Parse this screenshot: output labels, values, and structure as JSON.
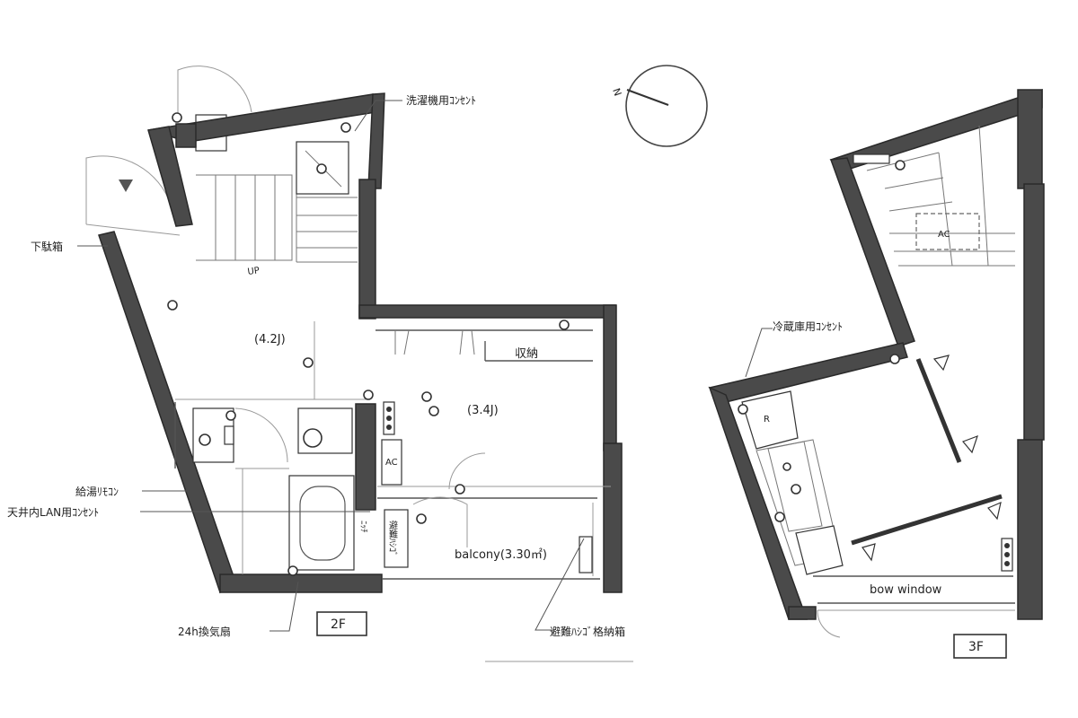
{
  "north": {
    "label": "N"
  },
  "floor2": {
    "floor_tag": "2F",
    "rooms": {
      "west": "(4.2J)",
      "east": "(3.4J)"
    },
    "labels": {
      "storage": "収納",
      "ac": "AC",
      "balcony": "balcony(3.30㎡)",
      "up": "UP"
    },
    "callouts": {
      "washer_outlet": "洗濯機用ｺﾝｾﾝﾄ",
      "shoe_box": "下駄箱",
      "water_heater_remote": "給湯ﾘﾓｺﾝ",
      "ceiling_lan_outlet": "天井内LAN用ｺﾝｾﾝﾄ",
      "ventilation_fan": "24h換気扇",
      "escape_ladder_box": "避難ﾊｼｺﾞ格納箱"
    },
    "vertical_labels": {
      "ladder": "避難ﾊｼｺﾞ",
      "bath_fix": "ﾆｯﾁ"
    }
  },
  "floor3": {
    "floor_tag": "3F",
    "labels": {
      "bow_window": "bow window",
      "ac": "AC",
      "fridge": "R"
    },
    "callouts": {
      "fridge_outlet": "冷蔵庫用ｺﾝｾﾝﾄ"
    }
  },
  "colors": {
    "wall": "#4a4a4a",
    "line": "#555555",
    "background": "#ffffff"
  }
}
